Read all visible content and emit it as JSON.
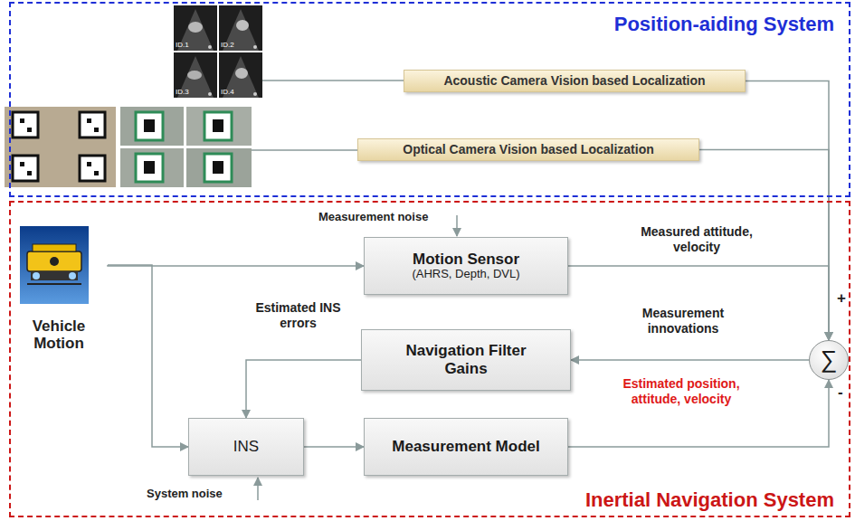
{
  "diagram": {
    "nodes": [
      {
        "text": [
          "Position-aiding System"
        ]
      },
      {
        "text": [
          "Acoustic Camera Vision based Localization"
        ],
        "in": 0
      },
      {
        "text": [
          "Optical Camera Vision based Localization"
        ],
        "in": 0
      },
      {
        "text": [
          "Inertial Navigation System"
        ]
      },
      {
        "text": [
          "Vehicle Motion"
        ],
        "in": 3
      },
      {
        "text": [
          "Motion Sensor",
          "(AHRS, Depth, DVL)"
        ],
        "in": 3
      },
      {
        "text": [
          "Navigation Filter Gains"
        ],
        "in": 3
      },
      {
        "text": [
          "INS"
        ],
        "in": 3
      },
      {
        "text": [
          "Measurement Model"
        ],
        "in": 3
      },
      {
        "text": [
          "∑"
        ],
        "in": 3
      }
    ],
    "edges": [
      {
        "from": 1,
        "to": 9,
        "arrow": "to"
      },
      {
        "from": 2,
        "to": 9,
        "arrow": "to"
      },
      {
        "from": 4,
        "to": 5,
        "arrow": "to"
      },
      {
        "from": 4,
        "to": 7,
        "arrow": "to"
      },
      {
        "from": 5,
        "to": 9,
        "label": "Measured attitude, velocity",
        "arrow": "to"
      },
      {
        "from": 9,
        "to": 6,
        "label": "Measurement innovations",
        "arrow": "to"
      },
      {
        "from": 6,
        "to": 7,
        "label": "Estimated INS errors",
        "arrow": "to"
      },
      {
        "from": 7,
        "to": 8,
        "arrow": "to"
      },
      {
        "from": 8,
        "to": 9,
        "label": "Estimated position, attitude, velocity",
        "arrow": "to"
      }
    ],
    "labels": [
      "Measurement noise",
      "System noise",
      "+",
      "-",
      "ID.1",
      "ID.2",
      "ID.3",
      "ID.4"
    ]
  }
}
